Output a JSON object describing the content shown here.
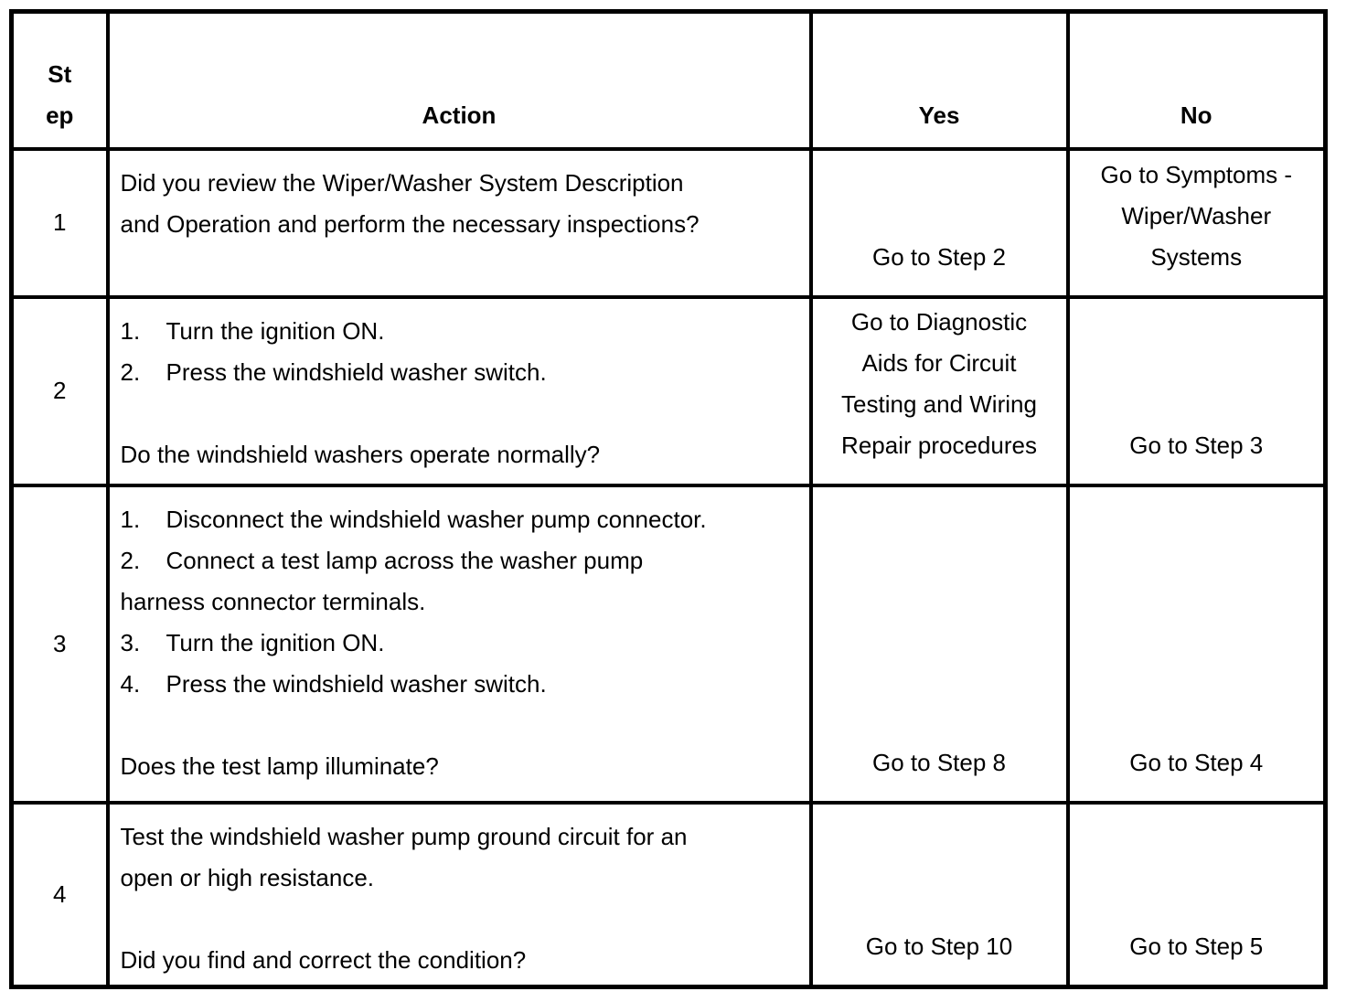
{
  "document": {
    "type": "diagnostic-procedure-table",
    "colors": {
      "background": "#ffffff",
      "text": "#000000",
      "border": "#000000"
    },
    "table": {
      "headers": {
        "step": "St\nep",
        "action": "Action",
        "yes": "Yes",
        "no": "No"
      },
      "rows": [
        {
          "step": "1",
          "action": [
            {
              "lines": [
                "Did you review the Wiper/Washer System Description",
                "and Operation and perform the necessary inspections?"
              ]
            }
          ],
          "yes": [
            "Go to Step 2"
          ],
          "no": [
            "Go to Symptoms -",
            "Wiper/Washer",
            "Systems"
          ]
        },
        {
          "step": "2",
          "action": [
            {
              "marker": "1.",
              "lines": [
                "Turn the ignition ON."
              ]
            },
            {
              "marker": "2.",
              "lines": [
                "Press the windshield washer switch."
              ]
            },
            {
              "gap": true,
              "lines": [
                "Do the windshield washers operate normally?"
              ]
            }
          ],
          "yes": [
            "Go to Diagnostic",
            "Aids for Circuit",
            "Testing and Wiring",
            "Repair procedures"
          ],
          "no": [
            "Go to Step 3"
          ]
        },
        {
          "step": "3",
          "action": [
            {
              "marker": "1.",
              "lines": [
                "Disconnect the windshield washer pump connector."
              ]
            },
            {
              "marker": "2.",
              "lines": [
                "Connect a test lamp across the washer pump",
                "harness connector terminals."
              ]
            },
            {
              "marker": "3.",
              "lines": [
                "Turn the ignition ON."
              ]
            },
            {
              "marker": "4.",
              "lines": [
                "Press the windshield washer switch."
              ]
            },
            {
              "gap": true,
              "lines": [
                "Does the test lamp illuminate?"
              ]
            }
          ],
          "yes": [
            "Go to Step 8"
          ],
          "no": [
            "Go to Step 4"
          ]
        },
        {
          "step": "4",
          "action": [
            {
              "lines": [
                "Test the windshield washer pump ground circuit for an",
                "open or high resistance."
              ]
            },
            {
              "gap": true,
              "lines": [
                "Did you find and correct the condition?"
              ]
            }
          ],
          "yes": [
            "Go to Step 10"
          ],
          "no": [
            "Go to Step 5"
          ]
        }
      ]
    }
  }
}
